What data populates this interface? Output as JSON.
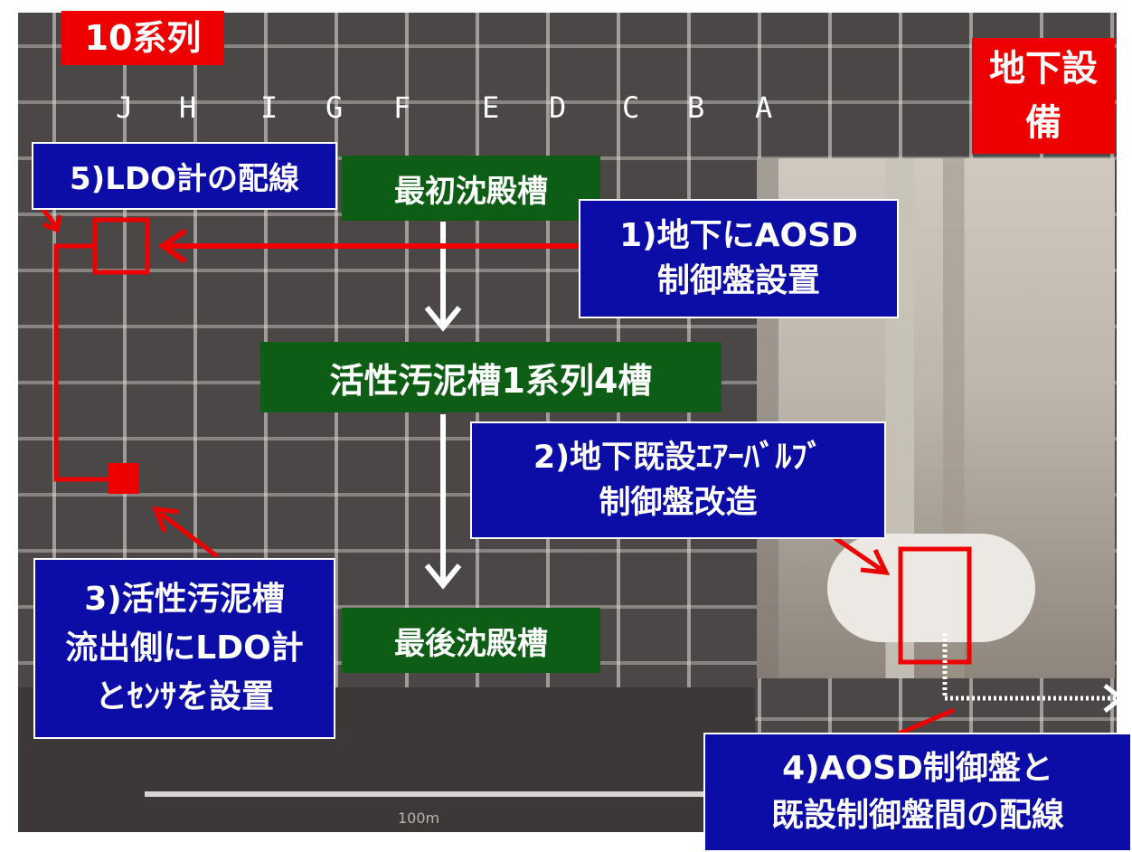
{
  "title_fragment": "",
  "label_system": "10系列",
  "label_underground": "地下設備",
  "column_letters": [
    "J",
    "H",
    "I",
    "G",
    "F",
    "E",
    "D",
    "C",
    "B",
    "A"
  ],
  "tanks": {
    "first": "最初沈殿槽",
    "activated": "活性汚泥槽1系列4槽",
    "last": "最後沈殿槽"
  },
  "callouts": {
    "c1": [
      "1)地下にAOSD",
      "制御盤設置"
    ],
    "c2": [
      "2)地下既設ｴｱｰﾊﾞﾙﾌﾞ",
      "制御盤改造"
    ],
    "c3": [
      "3)活性汚泥槽",
      "流出側にLDO計",
      "とｾﾝｻを設置"
    ],
    "c4": [
      "4)AOSD制御盤と",
      "既設制御盤間の配線"
    ],
    "c5": "5)LDO計の配線"
  },
  "scale_text": "100m",
  "colors": {
    "red": "#ee0000",
    "blue": "#0c0ca6",
    "green": "#0d5e14"
  }
}
